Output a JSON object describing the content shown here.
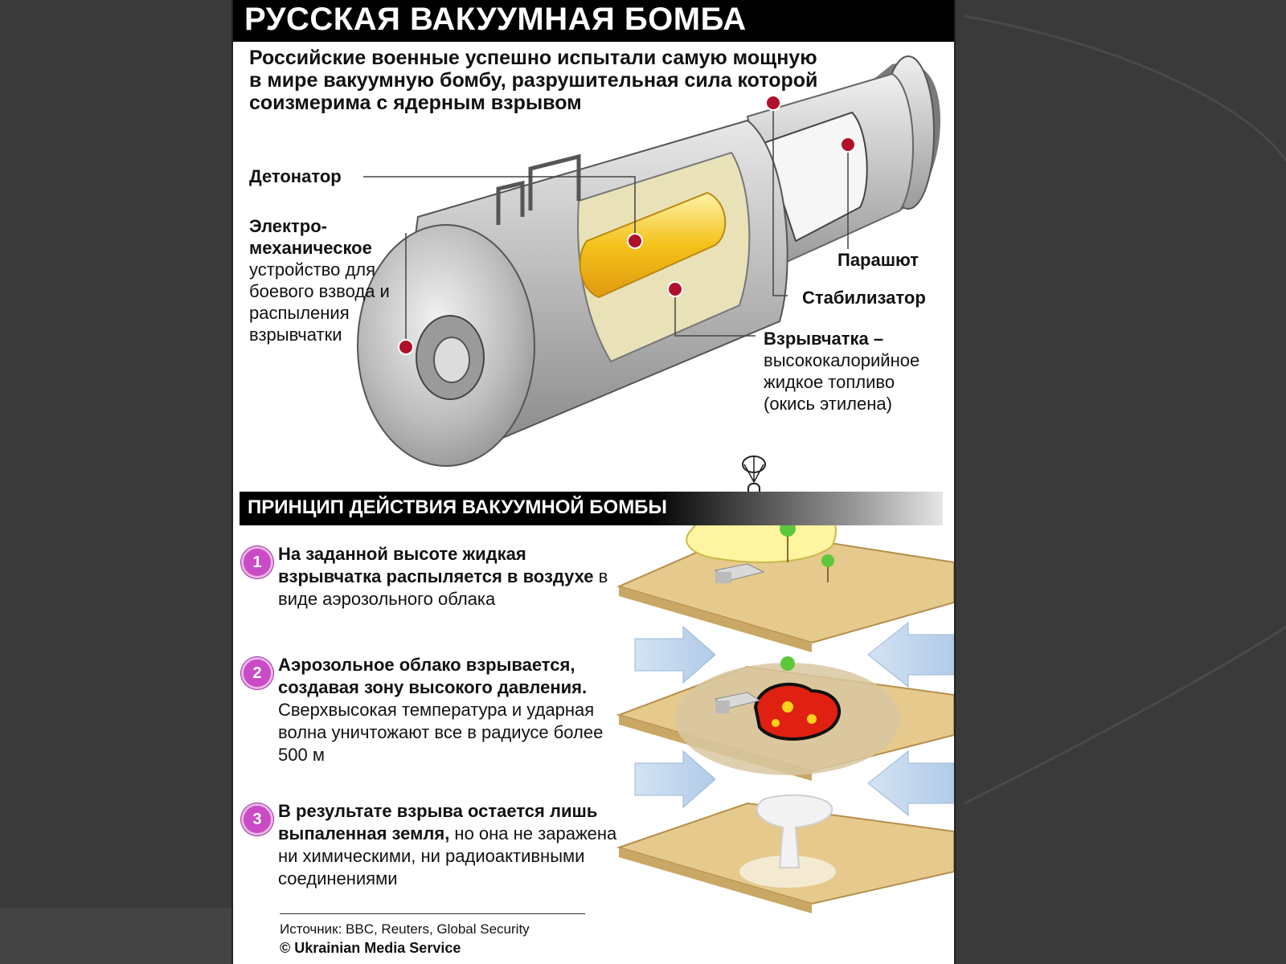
{
  "poster": {
    "title": "РУССКАЯ ВАКУУМНАЯ БОМБА",
    "intro": "Российские военные успешно испытали самую мощную в мире вакуумную бомбу, разрушительная сила которой соизмерима с ядерным взрывом",
    "labels": {
      "detonator": "Детонатор",
      "electro_bold": "Электро- механическое",
      "electro_rest": "устройство для боевого взвода и распыления взрывчатки",
      "parachute": "Парашют",
      "stabilizer": "Стабилизатор",
      "explosive_bold": "Взрывчатка –",
      "explosive_rest": "высококалорийное жидкое топливо (окись этилена)"
    },
    "section_title": "ПРИНЦИП ДЕЙСТВИЯ ВАКУУМНОЙ БОМБЫ",
    "steps": [
      {
        "num": "1",
        "bold": "На заданной высоте жидкая взрывчатка распыляется в воздухе",
        "rest": " в виде аэрозольного облака"
      },
      {
        "num": "2",
        "bold": "Аэрозольное облако взрывается, создавая зону высокого давления.",
        "rest": " Сверхвысокая температура и ударная волна уничтожают все в радиусе более 500 м"
      },
      {
        "num": "3",
        "bold": "В результате взрыва остается лишь выпаленная земля,",
        "rest": " но она не заражена ни химическими, ни радиоактивными соединениями"
      }
    ],
    "source": "Источник: BBC, Reuters, Global Security",
    "copyright": "© Ukrainian Media Service"
  },
  "colors": {
    "background": "#3a3a3a",
    "accent_magenta": "#c94bc5",
    "explosive_yellow": "#f4c21a",
    "ground": "#e6c98c",
    "marker_red": "#b0102a"
  }
}
